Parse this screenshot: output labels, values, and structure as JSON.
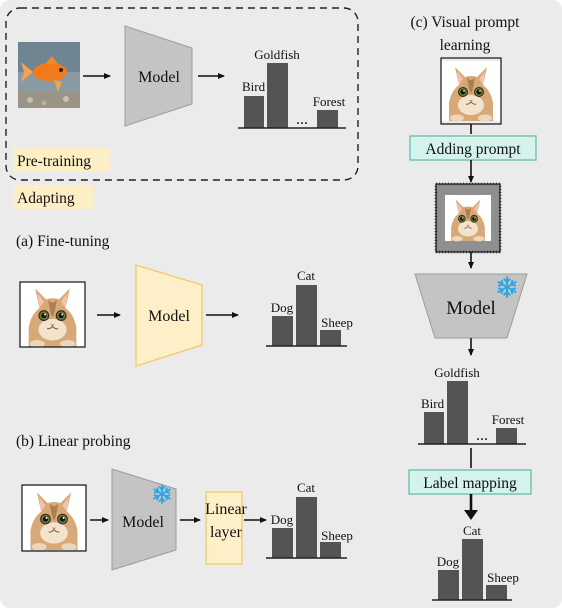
{
  "colors": {
    "background": "#ebebeb",
    "model_gray": "#c4c4c4",
    "model_tuned": "#fdf0c8",
    "model_tuned_border": "#f2c96b",
    "prompt_box": "#d3f3ec",
    "prompt_box_border": "#66bfa8",
    "legend_pretrain": "#fcefc6",
    "legend_adapt": "#fcefc6",
    "bar": "#545454",
    "snowflake": "#2aa8e6"
  },
  "icons": [
    "goldfish-image",
    "cat-image",
    "snowflake-icon",
    "arrow-icon"
  ],
  "pretraining": {
    "model_label": "Model",
    "bars": {
      "left": "Bird",
      "middle": "Goldfish",
      "right": "Forest",
      "ellipsis": "..."
    },
    "legend_pretrain": "Pre-training",
    "legend_adapt": "Adapting"
  },
  "finetuning": {
    "caption": "(a) Fine-tuning",
    "model_label": "Model",
    "bars": {
      "left": "Dog",
      "middle": "Cat",
      "right": "Sheep"
    }
  },
  "linear_probing": {
    "caption": "(b) Linear probing",
    "model_label": "Model",
    "layer_label_1": "Linear",
    "layer_label_2": "layer",
    "bars": {
      "left": "Dog",
      "middle": "Cat",
      "right": "Sheep"
    }
  },
  "visual_prompt": {
    "caption_1": "(c) Visual prompt",
    "caption_2": "learning",
    "adding_prompt": "Adding prompt",
    "model_label": "Model",
    "source_bars": {
      "left": "Bird",
      "middle": "Goldfish",
      "right": "Forest",
      "ellipsis": "..."
    },
    "label_mapping": "Label mapping",
    "target_bars": {
      "left": "Dog",
      "middle": "Cat",
      "right": "Sheep"
    }
  }
}
